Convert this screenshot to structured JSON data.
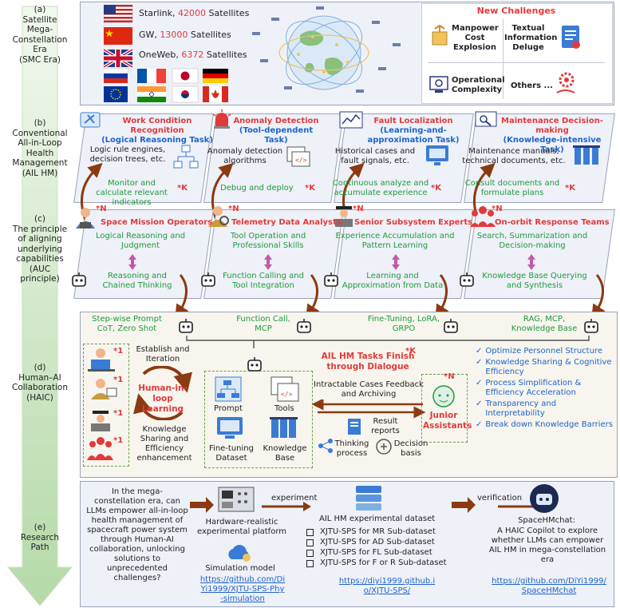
{
  "row_labels": {
    "a": [
      "(a)",
      "Satellite",
      "Mega-",
      "Constellation",
      "Era",
      "(SMC Era)"
    ],
    "b": [
      "(b)",
      "Conventional",
      "All-in-Loop",
      "Health",
      "Management",
      "(AIL HM)"
    ],
    "c": [
      "(c)",
      "The principle",
      "of aligning",
      "underlying",
      "capabilities",
      "(AUC",
      "principle)"
    ],
    "d": [
      "(d)",
      "Human–AI",
      "Collaboration",
      "(HAIC)"
    ],
    "e": [
      "(e)",
      "Research",
      "Path"
    ]
  },
  "smc": {
    "constellations": [
      {
        "name": "Starlink, ",
        "count": "42000",
        "suffix": " Satellites"
      },
      {
        "name": "GW, ",
        "count": "13000",
        "suffix": " Satellites"
      },
      {
        "name": "OneWeb, ",
        "count": "6372",
        "suffix": " Satellites"
      }
    ],
    "challenges_title": "New Challenges",
    "challenges": [
      "Manpower Cost Explosion",
      "Textual Information Deluge",
      "Operational Complexity",
      "Others ..."
    ]
  },
  "ailhm": {
    "tasks": [
      {
        "title": "Work Condition Recognition",
        "subtitle": "(Logical Reasoning Task)",
        "desc": "Logic rule engines, decision trees, etc.",
        "loop": "Monitor and calculate relevant indicators",
        "k": "*K"
      },
      {
        "title": "Anomaly Detection",
        "subtitle": "(Tool-dependent Task)",
        "desc": "Anomaly detection algorithms",
        "loop": "Debug and deploy",
        "k": "*K"
      },
      {
        "title": "Fault Localization",
        "subtitle": "(Learning-and-approximation Task)",
        "desc": "Historical cases and fault signals, etc.",
        "loop": "Continuous analyze and accumulate experience",
        "k": "*K"
      },
      {
        "title": "Maintenance Decision-making",
        "subtitle": "(Knowledge-intensive Task)",
        "desc": "Maintenance manuals, technical documents, etc.",
        "loop": "Consult documents and formulate plans",
        "k": "*K"
      }
    ]
  },
  "auc": {
    "columns": [
      {
        "role": "Space Mission Operators",
        "n": "*N",
        "human": "Logical Reasoning and Judgment",
        "ai": "Reasoning and Chained Thinking"
      },
      {
        "role": "Telemetry Data Analysts",
        "n": "*N",
        "human": "Tool Operation and Professional Skills",
        "ai": "Function Calling and Tool Integration"
      },
      {
        "role": "Senior Subsystem Experts",
        "n": "*N",
        "human": "Experience Accumulation and Pattern Learning",
        "ai": "Learning and Approximation from Data"
      },
      {
        "role": "On-orbit Response Teams",
        "n": "*N",
        "human": "Search, Summarization and Decision-making",
        "ai": "Knowledge Base Querying and Synthesis"
      }
    ]
  },
  "haic": {
    "techniques": [
      "Step-wise Prompt CoT, Zero Shot",
      "Function Call, MCP",
      "Fine-Tuning, LoRA, GRPO",
      "RAG, MCP, Knowledge Base"
    ],
    "ones": [
      "*1",
      "*1",
      "*1",
      "*1"
    ],
    "establish": "Establish and Iteration",
    "hil": "Human-in-loop Learning",
    "sharing": "Knowledge Sharing and Efficiency enhancement",
    "modules": [
      "Prompt",
      "Tools",
      "Fine-tuning Dataset",
      "Knowledge Base"
    ],
    "finish_title": "AIL HM Tasks Finish through Dialogue",
    "finish_k": "*K",
    "cases": "Intractable Cases Feedback and Archiving",
    "junior": "Junior Assistants",
    "junior_n": "*N",
    "result": "Result reports",
    "thinking": "Thinking process",
    "decision": "Decision basis",
    "benefits": [
      "Optimize Personnel Structure",
      "Knowledge Sharing & Cognitive Efficiency",
      "Process Simplification & Efficiency Acceleration",
      "Transparency and Interpretability",
      "Break down Knowledge Barriers"
    ]
  },
  "research": {
    "question": "In the mega-constellation era, can LLMs empower all-in-loop health management of spacecraft power system through Human-AI collaboration, unlocking solutions to unprecedented challenges?",
    "platform": "Hardware-realistic experimental platform",
    "sim": "Simulation model",
    "sim_link": "https://github.com/DiYi1999/XJTU-SPS-Phy-simulation",
    "experiment": "experiment",
    "dataset_title": "AIL HM experimental dataset",
    "subsets": [
      "XJTU-SPS for MR Sub-dataset",
      "XJTU-SPS for AD Sub-dataset",
      "XJTU-SPS for FL Sub-dataset",
      "XJTU-SPS for F or R Sub-dataset"
    ],
    "dataset_link": "https://diyi1999.github.io/XJTU-SPS/",
    "verification": "verification",
    "chat_title": "SpaceHMchat:",
    "chat_desc": "A HAIC Copilot to explore whether LLMs can empower AIL HM in mega-constellation era",
    "chat_link": "https://github.com/DiYi1999/SpaceHMchat"
  },
  "colors": {
    "red": "#e23a3a",
    "blue": "#1f64c8",
    "green": "#1f9a3c",
    "panel": "#eef1f8",
    "arrow": "#8b3a12"
  }
}
